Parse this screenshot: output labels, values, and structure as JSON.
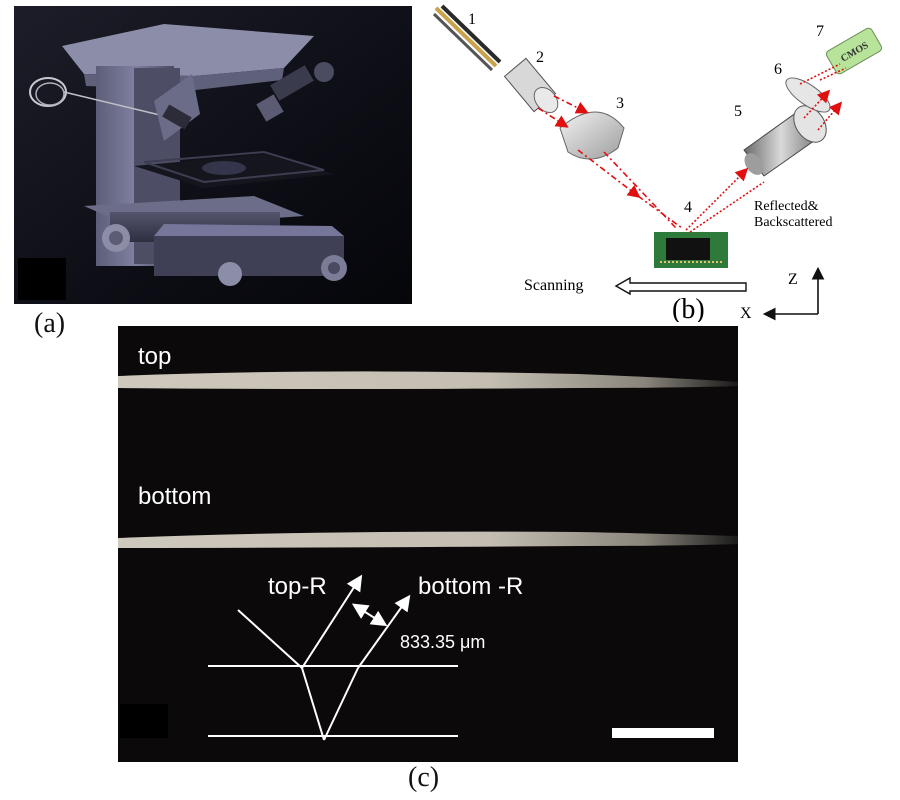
{
  "panel_a": {
    "caption": "(a)"
  },
  "panel_b": {
    "caption": "(b)",
    "component_numbers": [
      "1",
      "2",
      "3",
      "4",
      "5",
      "6",
      "7"
    ],
    "cmos_label": "CMOS",
    "reflected_label_line1": "Reflected&",
    "reflected_label_line2": "Backscattered",
    "scanning_label": "Scanning",
    "axis_z": "Z",
    "axis_x": "X",
    "colors": {
      "beam": "#e01010",
      "cmos_fill": "#b8e39a"
    }
  },
  "panel_c": {
    "caption": "(c)",
    "top_label": "top",
    "bottom_label": "bottom",
    "top_r_label": "top-R",
    "bottom_r_label": "bottom -R",
    "distance_label": "833.35 μm"
  }
}
